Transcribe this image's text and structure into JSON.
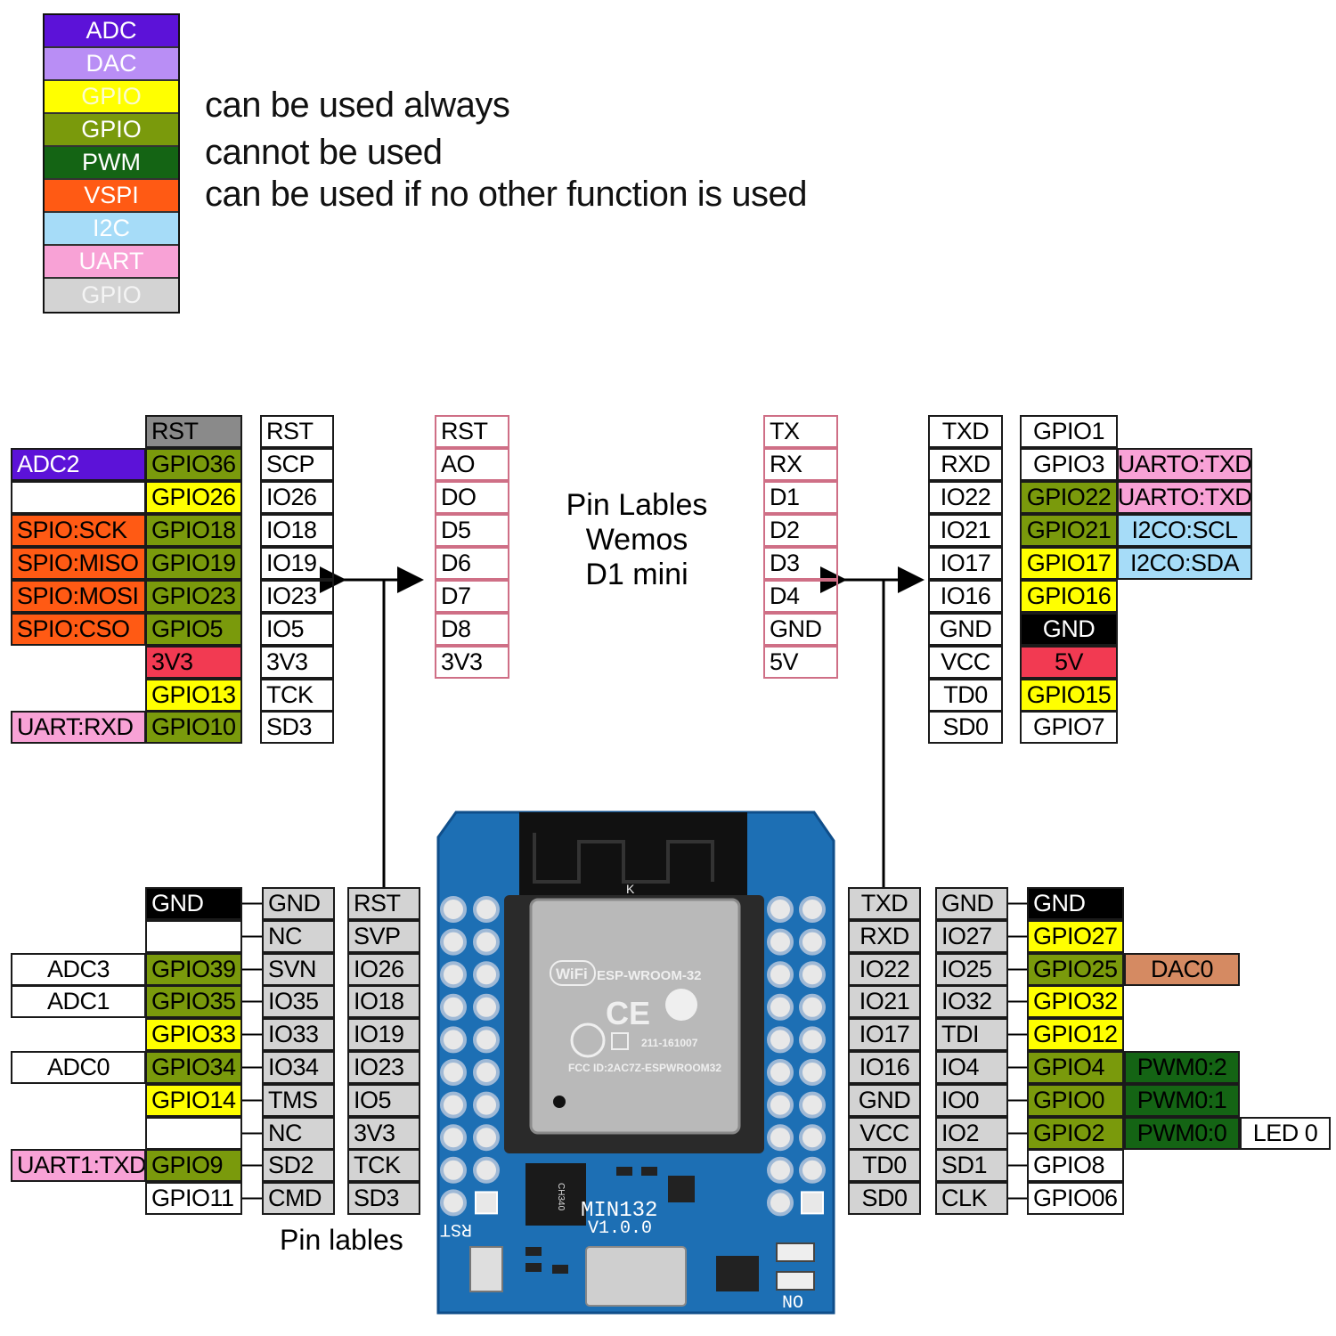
{
  "colors": {
    "adc": "#5c12d8",
    "dac": "#b98ef5",
    "gpio_yellow": "#ffff00",
    "gpio_olive": "#7a9a0c",
    "pwm": "#146414",
    "vspi": "#ff5a14",
    "i2c": "#a6dcf8",
    "uart": "#f8a2d6",
    "gpio_grey": "#d3d3d3",
    "rst_grey": "#8a8a8a",
    "power_red": "#f23a52",
    "black": "#000000",
    "dac0_tan": "#d58a62",
    "pcb_blue": "#1d6fb4"
  },
  "legend": [
    {
      "label": "ADC",
      "color": "#5c12d8"
    },
    {
      "label": "DAC",
      "color": "#b98ef5"
    },
    {
      "label": "GPIO",
      "color": "#ffff00"
    },
    {
      "label": "GPIO",
      "color": "#7a9a0c"
    },
    {
      "label": "PWM",
      "color": "#146414"
    },
    {
      "label": "VSPI",
      "color": "#ff5a14"
    },
    {
      "label": "I2C",
      "color": "#a6dcf8"
    },
    {
      "label": "UART",
      "color": "#f8a2d6"
    },
    {
      "label": "GPIO",
      "color": "#d3d3d3"
    }
  ],
  "notes": [
    "can be used always",
    "cannot be used",
    "can be used if no other function is used"
  ],
  "center_title": [
    "Pin Lables",
    "Wemos",
    "D1 mini"
  ],
  "bottom_caption": "Pin lables",
  "top_left": {
    "functions": [
      "",
      "ADC2",
      "",
      "SPIO:SCK",
      "SPIO:MISO",
      "SPIO:MOSI",
      "SPIO:CSO",
      "",
      "",
      "UART:RXD"
    ],
    "gpio": [
      "RST",
      "GPIO36",
      "GPIO26",
      "GPIO18",
      "GPIO19",
      "GPIO23",
      "GPIO5",
      "3V3",
      "GPIO13",
      "GPIO10"
    ],
    "labels": [
      "RST",
      "SCP",
      "IO26",
      "IO18",
      "IO19",
      "IO23",
      "IO5",
      "3V3",
      "TCK",
      "SD3"
    ],
    "wemos": [
      "RST",
      "AO",
      "DO",
      "D5",
      "D6",
      "D7",
      "D8",
      "3V3"
    ]
  },
  "top_right": {
    "wemos": [
      "TX",
      "RX",
      "D1",
      "D2",
      "D3",
      "D4",
      "GND",
      "5V"
    ],
    "labels": [
      "TXD",
      "RXD",
      "IO22",
      "IO21",
      "IO17",
      "IO16",
      "GND",
      "VCC",
      "TD0",
      "SD0"
    ],
    "gpio": [
      "GPIO1",
      "GPIO3",
      "GPIO22",
      "GPIO21",
      "GPIO17",
      "GPIO16",
      "GND",
      "5V",
      "GPIO15",
      "GPIO7"
    ],
    "functions": [
      "",
      "UARTO:TXD",
      "UARTO:TXD",
      "I2CO:SCL",
      "I2CO:SDA",
      "",
      "",
      "",
      "",
      ""
    ]
  },
  "bottom_left": {
    "functions": [
      "",
      "",
      "ADC3",
      "ADC1",
      "",
      "ADC0",
      "",
      "",
      "UART1:TXD",
      ""
    ],
    "gpio": [
      "GND",
      "",
      "GPIO39",
      "GPIO35",
      "GPIO33",
      "GPIO34",
      "GPIO14",
      "",
      "GPIO9",
      "GPIO11"
    ],
    "labels_outer": [
      "GND",
      "NC",
      "SVN",
      "IO35",
      "IO33",
      "IO34",
      "TMS",
      "NC",
      "SD2",
      "CMD"
    ],
    "labels_inner": [
      "RST",
      "SVP",
      "IO26",
      "IO18",
      "IO19",
      "IO23",
      "IO5",
      "3V3",
      "TCK",
      "SD3"
    ]
  },
  "bottom_right": {
    "labels_inner": [
      "TXD",
      "RXD",
      "IO22",
      "IO21",
      "IO17",
      "IO16",
      "GND",
      "VCC",
      "TD0",
      "SD0"
    ],
    "labels_outer": [
      "GND",
      "IO27",
      "IO25",
      "IO32",
      "TDI",
      "IO4",
      "IO0",
      "IO2",
      "SD1",
      "CLK"
    ],
    "gpio": [
      "GND",
      "GPIO27",
      "GPIO25",
      "GPIO32",
      "GPIO12",
      "GPIO4",
      "GPIO0",
      "GPIO2",
      "GPIO8",
      "GPIO06"
    ],
    "functions": [
      "",
      "",
      "DAC0",
      "",
      "",
      "PWM0:2",
      "PWM0:1",
      "PWM0:0",
      "",
      ""
    ],
    "extra": [
      "",
      "",
      "",
      "",
      "",
      "",
      "",
      "LED 0",
      "",
      ""
    ]
  },
  "board": {
    "module_text": "ESP-WROOM-32",
    "wifi_badge": "WiFi",
    "ce_mark": "CE",
    "r_number": "211-161007",
    "fcc_id": "FCC ID:2AC7Z-ESPWROOM32",
    "antenna_mark": "K",
    "silk_name": "MIN132",
    "silk_version": "V1.0.0",
    "silk_rst": "RST",
    "silk_no": "NO",
    "chip_text": "CH340"
  }
}
